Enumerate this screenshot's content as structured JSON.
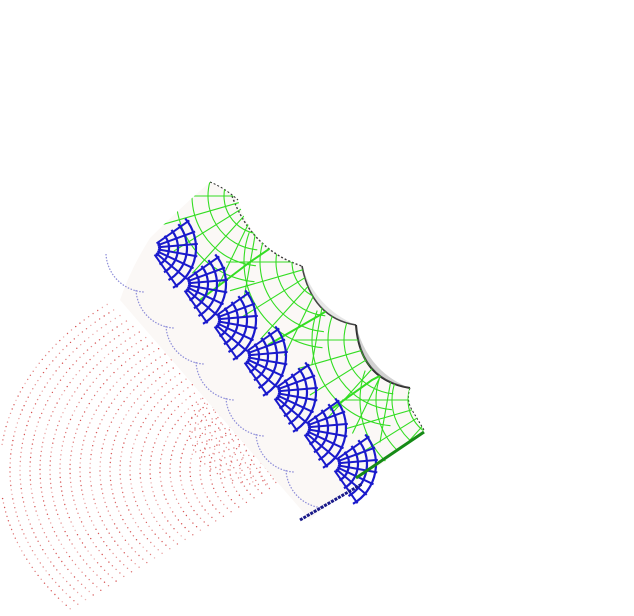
{
  "scene": {
    "background": "#ffffff",
    "colors": {
      "sheet_fill": "#fbf8f6",
      "sheet_edge_shadow": "#2b2b2b",
      "green_grid": "#33dd22",
      "green_dark": "#168a16",
      "blue_grid": "#1a1acc",
      "blue_light": "#8c8cd8",
      "red_dots": "#cc2a2a"
    },
    "layers": [
      {
        "id": "green-lattice",
        "label": ""
      },
      {
        "id": "blue-lattice",
        "label": ""
      },
      {
        "id": "red-dot-field",
        "label": ""
      }
    ]
  }
}
